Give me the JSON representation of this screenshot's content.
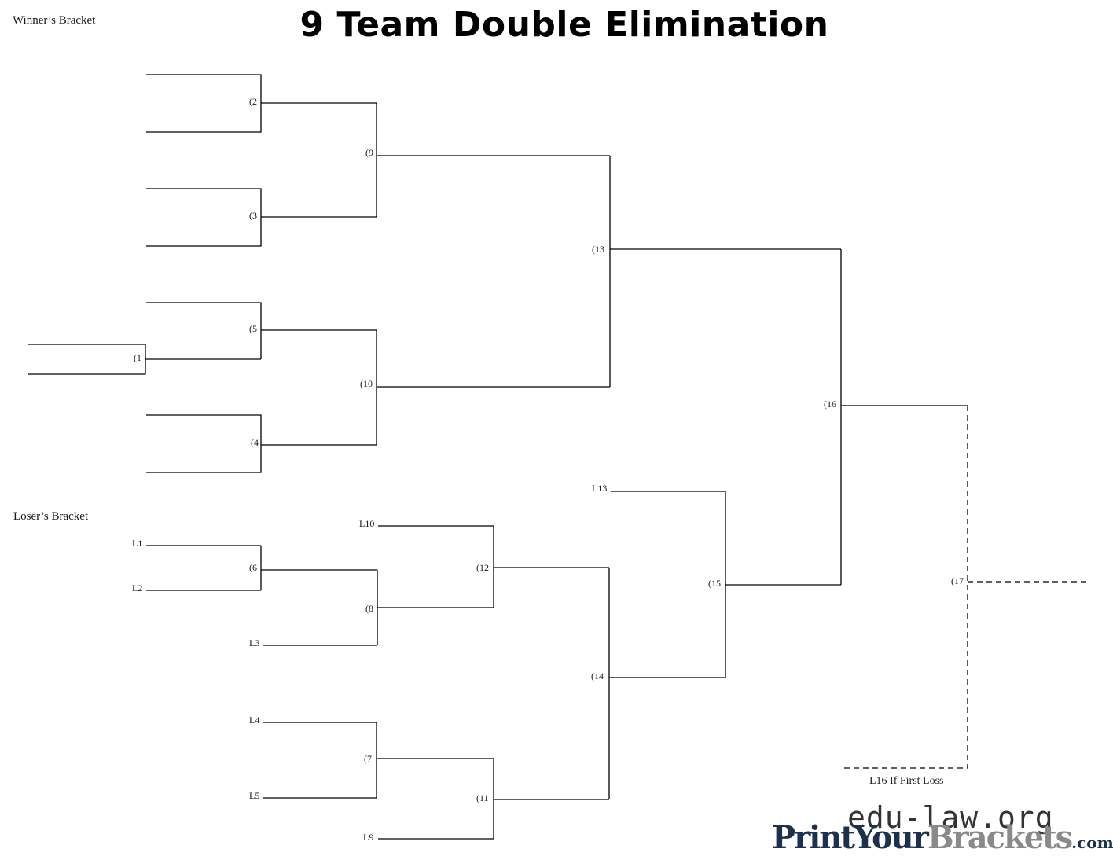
{
  "page_title": "9 Team Double Elimination",
  "sections": {
    "winners": "Winner’s Bracket",
    "losers": "Loser’s Bracket"
  },
  "games": {
    "g1": "(1",
    "g2": "(2",
    "g3": "(3",
    "g4": "(4",
    "g5": "(5",
    "g6": "(6",
    "g7": "(7",
    "g8": "(8",
    "g9": "(9",
    "g10": "(10",
    "g11": "(11",
    "g12": "(12",
    "g13": "(13",
    "g14": "(14",
    "g15": "(15",
    "g16": "(16",
    "g17": "(17"
  },
  "losers_entries": {
    "L1": "L1",
    "L2": "L2",
    "L3": "L3",
    "L4": "L4",
    "L5": "L5",
    "L9": "L9",
    "L10": "L10",
    "L13": "L13"
  },
  "if_necessary_note": "L16 If First Loss",
  "watermark": "edu-law.org",
  "logo": {
    "part1": "PrintYour",
    "part2": "Brackets",
    "part3": ".com"
  }
}
